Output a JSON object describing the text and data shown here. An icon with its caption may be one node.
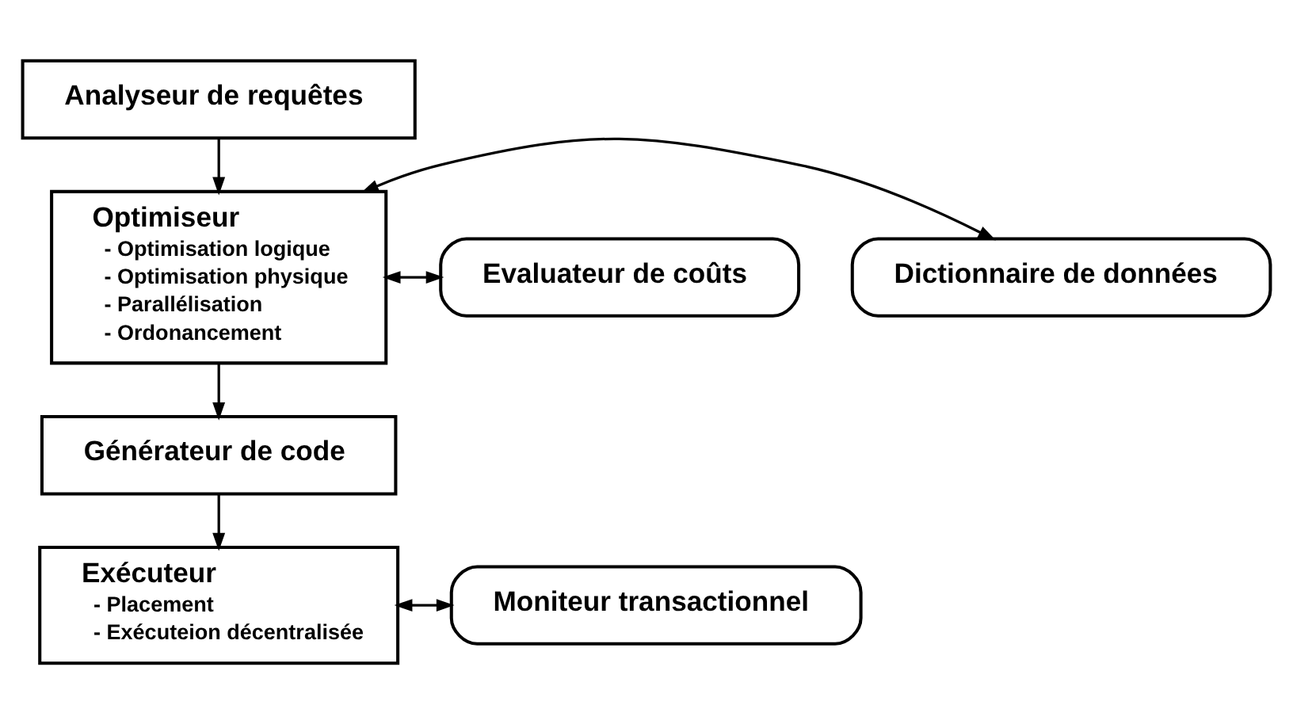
{
  "diagram": {
    "nodes": [
      {
        "text": [
          "Analyseur de requêtes"
        ]
      },
      {
        "text": [
          "Optimiseur",
          "- Optimisation logique",
          "- Optimisation physique",
          "- Parallélisation",
          "- Ordonancement"
        ]
      },
      {
        "text": [
          "Dictionnaire de données"
        ]
      },
      {
        "text": [
          "Evaluateur de coûts"
        ]
      },
      {
        "text": [
          "Générateur de code"
        ]
      },
      {
        "text": [
          "Exécuteur",
          "- Placement",
          "- Exécuteion décentralisée"
        ]
      },
      {
        "text": [
          "Moniteur transactionnel"
        ]
      }
    ],
    "edges": [
      {
        "from": 0,
        "to": 1,
        "arrow": "to"
      },
      {
        "from": 1,
        "to": 2,
        "arrow": "both"
      },
      {
        "from": 1,
        "to": 3,
        "arrow": "both"
      },
      {
        "from": 1,
        "to": 4,
        "arrow": "to"
      },
      {
        "from": 4,
        "to": 5,
        "arrow": "to"
      },
      {
        "from": 5,
        "to": 6,
        "arrow": "both"
      }
    ]
  }
}
